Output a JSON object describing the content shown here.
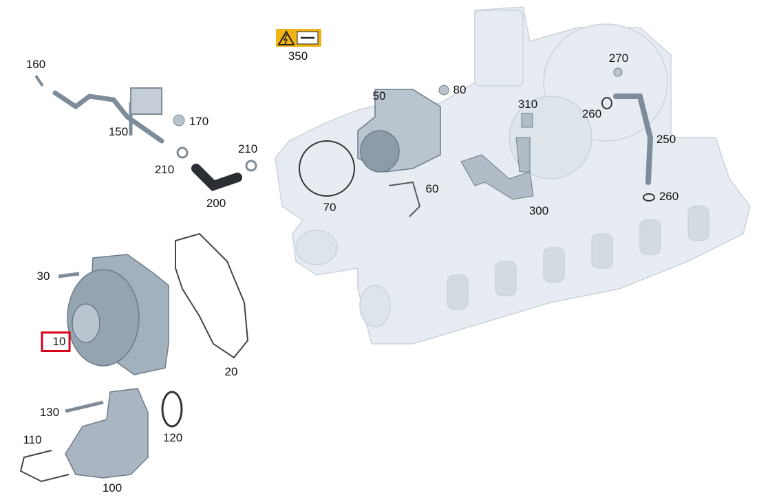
{
  "diagram": {
    "selected_part": "10",
    "accent_color": "#d9001b",
    "warning_icon": {
      "name": "electrical-hazard-and-manual-icon",
      "color": "#f2b315",
      "label": "350"
    },
    "callouts": [
      {
        "id": "160",
        "label": "160"
      },
      {
        "id": "150",
        "label": "150"
      },
      {
        "id": "170",
        "label": "170"
      },
      {
        "id": "210a",
        "label": "210"
      },
      {
        "id": "210b",
        "label": "210"
      },
      {
        "id": "200",
        "label": "200"
      },
      {
        "id": "50",
        "label": "50"
      },
      {
        "id": "80",
        "label": "80"
      },
      {
        "id": "310",
        "label": "310"
      },
      {
        "id": "270",
        "label": "270"
      },
      {
        "id": "260a",
        "label": "260"
      },
      {
        "id": "250",
        "label": "250"
      },
      {
        "id": "260b",
        "label": "260"
      },
      {
        "id": "300",
        "label": "300"
      },
      {
        "id": "60",
        "label": "60"
      },
      {
        "id": "70",
        "label": "70"
      },
      {
        "id": "30",
        "label": "30"
      },
      {
        "id": "10",
        "label": "10"
      },
      {
        "id": "20",
        "label": "20"
      },
      {
        "id": "130",
        "label": "130"
      },
      {
        "id": "120",
        "label": "120"
      },
      {
        "id": "110",
        "label": "110"
      },
      {
        "id": "100",
        "label": "100"
      }
    ]
  }
}
